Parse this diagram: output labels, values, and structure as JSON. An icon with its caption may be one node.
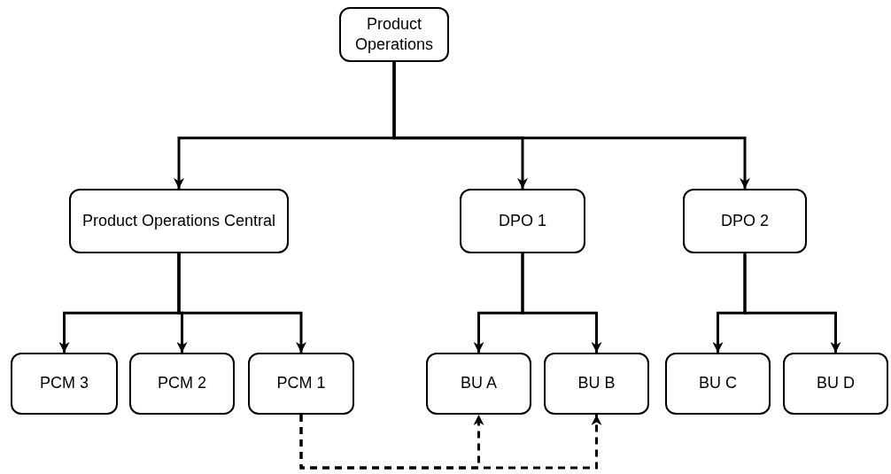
{
  "diagram": {
    "nodes": [
      {
        "text": [
          "Product Operations"
        ]
      },
      {
        "text": [
          "Product Operations Central"
        ]
      },
      {
        "text": [
          "DPO 1"
        ]
      },
      {
        "text": [
          "DPO 2"
        ]
      },
      {
        "text": [
          "PCM 3"
        ]
      },
      {
        "text": [
          "PCM 2"
        ]
      },
      {
        "text": [
          "PCM 1"
        ]
      },
      {
        "text": [
          "BU A"
        ]
      },
      {
        "text": [
          "BU B"
        ]
      },
      {
        "text": [
          "BU C"
        ]
      },
      {
        "text": [
          "BU D"
        ]
      }
    ],
    "edges": [
      {
        "from": 0,
        "to": 1,
        "arrow": "to"
      },
      {
        "from": 0,
        "to": 2,
        "arrow": "to"
      },
      {
        "from": 0,
        "to": 3,
        "arrow": "to"
      },
      {
        "from": 1,
        "to": 4,
        "arrow": "to"
      },
      {
        "from": 1,
        "to": 5,
        "arrow": "to"
      },
      {
        "from": 1,
        "to": 6,
        "arrow": "to"
      },
      {
        "from": 2,
        "to": 7,
        "arrow": "to"
      },
      {
        "from": 2,
        "to": 8,
        "arrow": "to"
      },
      {
        "from": 3,
        "to": 9,
        "arrow": "to"
      },
      {
        "from": 3,
        "to": 10,
        "arrow": "to"
      },
      {
        "from": 6,
        "to": 7,
        "arrow": "to",
        "style": "dashed"
      },
      {
        "from": 6,
        "to": 8,
        "arrow": "to",
        "style": "dashed"
      }
    ]
  }
}
